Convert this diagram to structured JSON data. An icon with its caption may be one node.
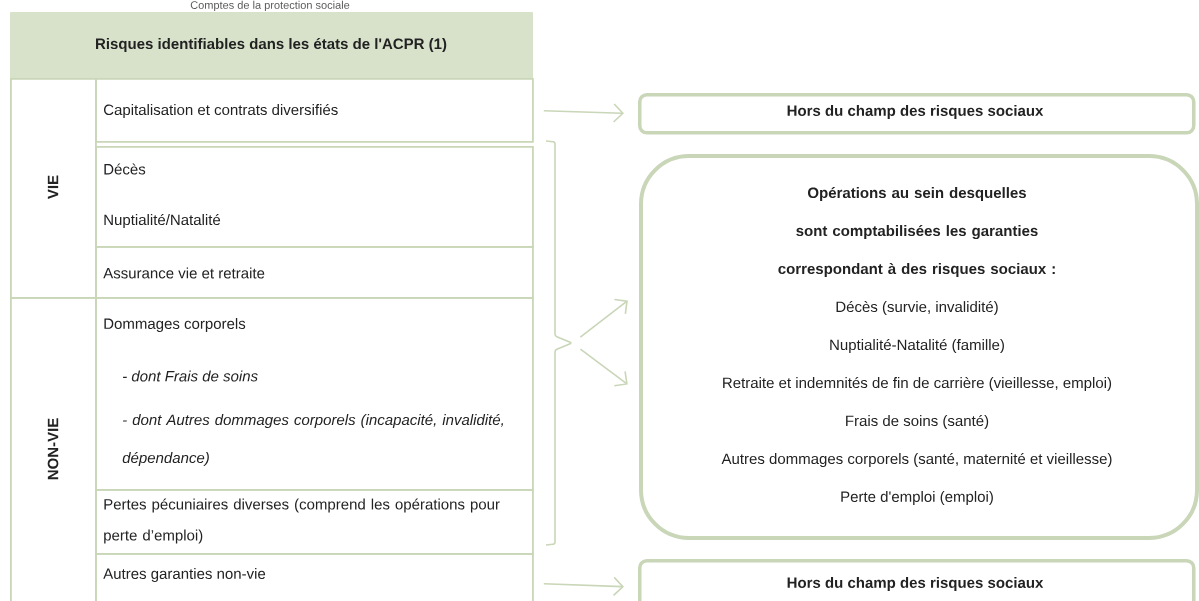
{
  "diagram": {
    "title": "Comptes de la protection sociale",
    "nodes": [
      {
        "text": [
          "Risques identifiables dans les états de l'ACPR (1)"
        ]
      },
      {
        "text": [
          "VIE"
        ]
      },
      {
        "text": [
          "Capitalisation et contrats diversifiés"
        ]
      },
      {
        "text": [
          "Décès",
          "Nuptialité/Natalité"
        ]
      },
      {
        "text": [
          "Assurance vie et retraite"
        ]
      },
      {
        "text": [
          "NON-VIE"
        ]
      },
      {
        "text": [
          "Dommages corporels",
          "- dont Frais de soins",
          "- dont Autres dommages corporels (incapacité, invalidité, dépendance)"
        ]
      },
      {
        "text": [
          "Pertes pécuniaires diverses (comprend les opérations pour perte d’emploi)"
        ]
      },
      {
        "text": [
          "Autres garanties non-vie"
        ]
      },
      {
        "text": [
          "Hors du champ des risques sociaux"
        ]
      },
      {
        "text": [
          "Opérations au sein desquelles sont comptabilisées les garanties correspondant à des risques sociaux :",
          "Décès (survie, invalidité)",
          "Nuptialité-Natalité (famille)",
          "Retraite et indemnités de fin de carrière (vieillesse, emploi)",
          "Frais de soins (santé)",
          "Autres dommages corporels (santé, maternité et vieillesse)",
          "Perte d'emploi (emploi)"
        ]
      },
      {
        "text": [
          "Hors du champ des risques sociaux"
        ]
      },
      {
        "text": [],
        "shape": "bracket"
      }
    ],
    "edges": [
      {
        "from": 2,
        "to": 9,
        "arrow": "to"
      },
      {
        "from": 12,
        "to": 10,
        "arrow": "to"
      },
      {
        "from": 12,
        "to": 10,
        "arrow": "to"
      },
      {
        "from": 8,
        "to": 11,
        "arrow": "to"
      }
    ]
  }
}
